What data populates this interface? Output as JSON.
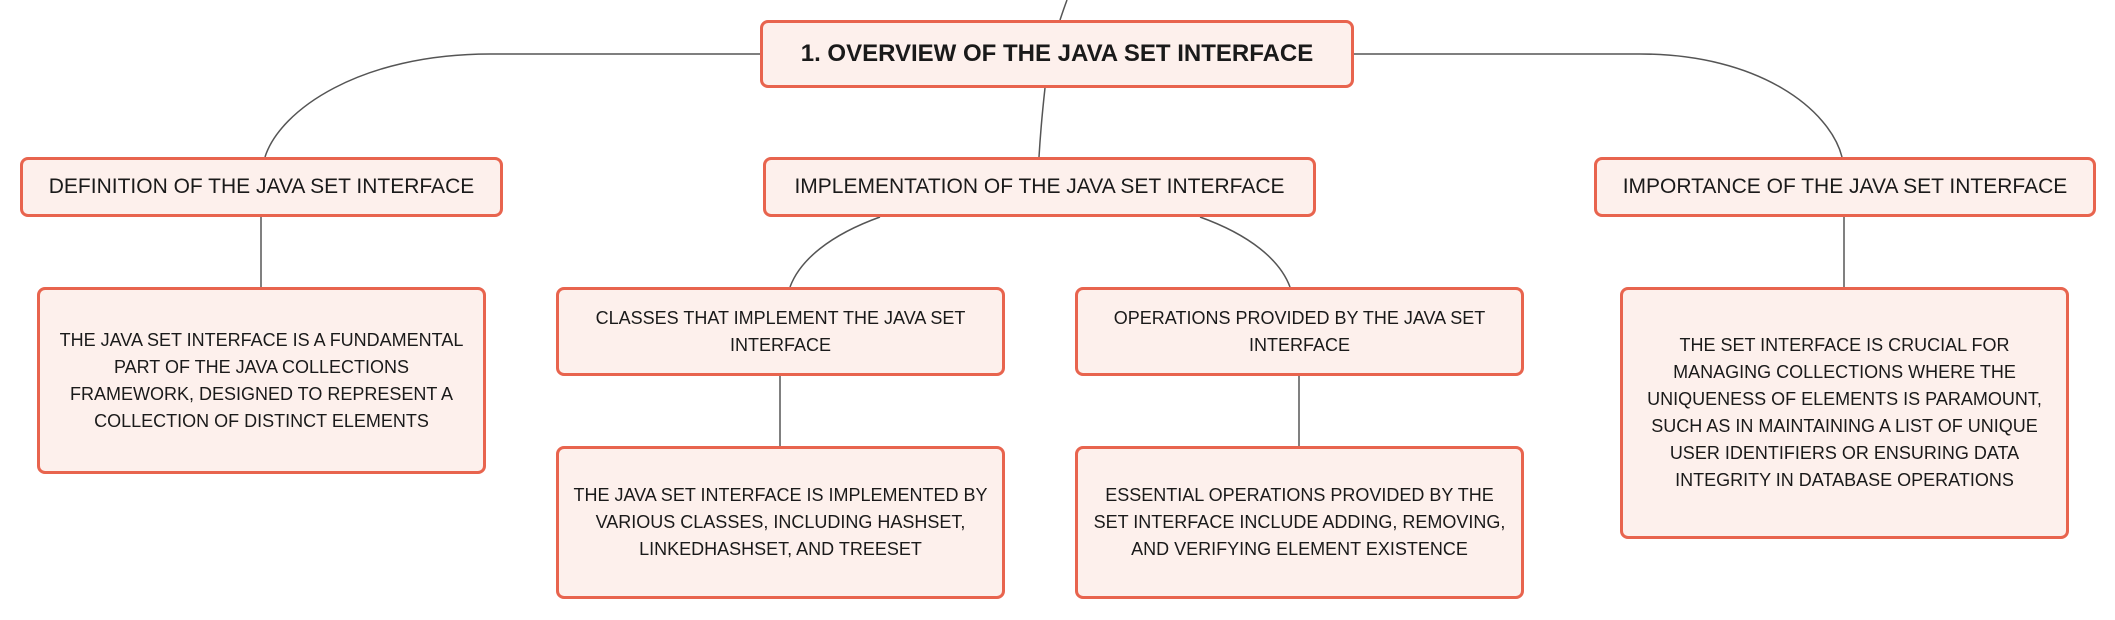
{
  "mindmap": {
    "root": "1. OVERVIEW OF THE JAVA SET INTERFACE",
    "definition": {
      "label": "DEFINITION OF THE JAVA SET INTERFACE",
      "detail": "THE JAVA SET INTERFACE IS A FUNDAMENTAL PART OF THE JAVA COLLECTIONS FRAMEWORK, DESIGNED TO REPRESENT A COLLECTION OF DISTINCT ELEMENTS"
    },
    "implementation": {
      "label": "IMPLEMENTATION OF THE JAVA SET INTERFACE",
      "classes": {
        "label": "CLASSES THAT IMPLEMENT THE JAVA SET INTERFACE",
        "detail": "THE JAVA SET INTERFACE IS IMPLEMENTED BY VARIOUS CLASSES, INCLUDING HASHSET, LINKEDHASHSET, AND TREESET"
      },
      "operations": {
        "label": "OPERATIONS PROVIDED BY THE JAVA SET INTERFACE",
        "detail": "ESSENTIAL OPERATIONS PROVIDED BY THE SET INTERFACE INCLUDE ADDING, REMOVING, AND VERIFYING ELEMENT EXISTENCE"
      }
    },
    "importance": {
      "label": "IMPORTANCE OF THE JAVA SET INTERFACE",
      "detail": "THE SET INTERFACE IS CRUCIAL FOR MANAGING COLLECTIONS WHERE THE UNIQUENESS OF ELEMENTS IS PARAMOUNT, SUCH AS IN MAINTAINING A LIST OF UNIQUE USER IDENTIFIERS OR ENSURING DATA INTEGRITY IN DATABASE OPERATIONS"
    }
  },
  "colors": {
    "node_border": "#e8644e",
    "node_fill": "#fdf0ec",
    "connector": "#555555",
    "text": "#1a1a1a"
  }
}
